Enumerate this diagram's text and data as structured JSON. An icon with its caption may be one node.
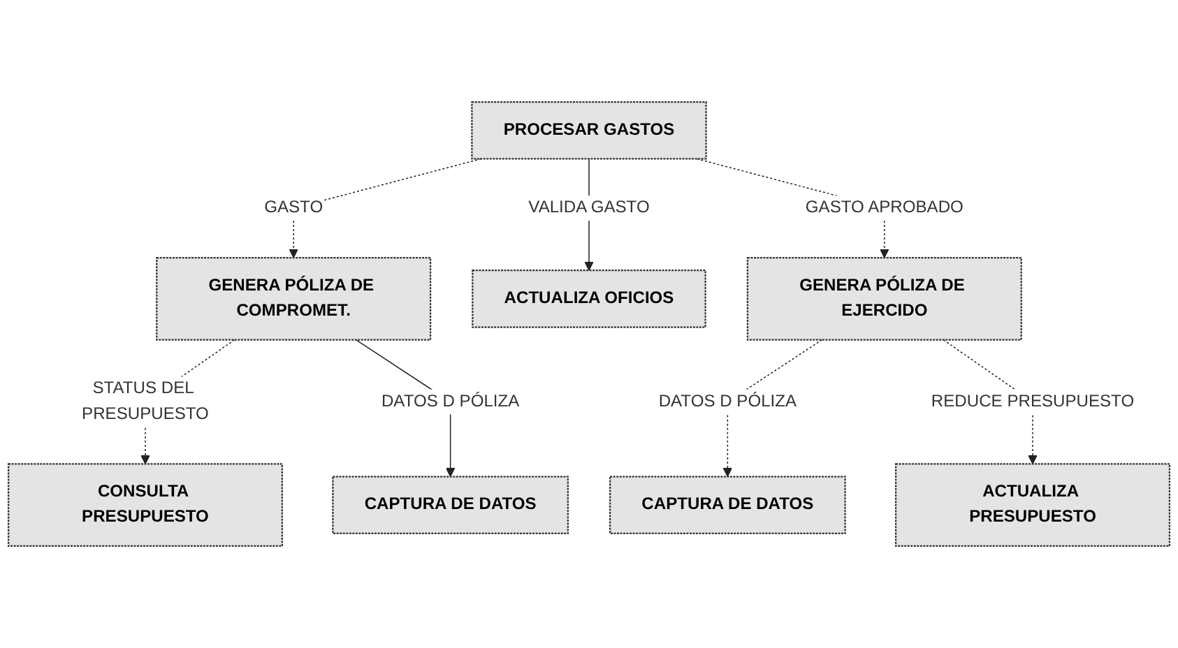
{
  "diagram": {
    "nodes": [
      {
        "text": [
          "PROCESAR GASTOS"
        ]
      },
      {
        "text": [
          "GENERA PÓLIZA DE COMPROMET."
        ]
      },
      {
        "text": [
          "ACTUALIZA OFICIOS"
        ]
      },
      {
        "text": [
          "GENERA PÓLIZA DE EJERCIDO"
        ]
      },
      {
        "text": [
          "CONSULTA PRESUPUESTO"
        ]
      },
      {
        "text": [
          "CAPTURA DE DATOS"
        ]
      },
      {
        "text": [
          "CAPTURA DE DATOS"
        ]
      },
      {
        "text": [
          "ACTUALIZA PRESUPUESTO"
        ]
      }
    ],
    "edges": [
      {
        "from": 0,
        "to": 1,
        "arrow": "to",
        "label": "GASTO",
        "style": "dashed"
      },
      {
        "from": 0,
        "to": 2,
        "arrow": "to",
        "label": "VALIDA GASTO"
      },
      {
        "from": 0,
        "to": 3,
        "arrow": "to",
        "label": "GASTO APROBADO",
        "style": "dashed"
      },
      {
        "from": 1,
        "to": 4,
        "arrow": "to",
        "label": "STATUS DEL PRESUPUESTO",
        "style": "dashed"
      },
      {
        "from": 1,
        "to": 5,
        "arrow": "to",
        "label": "DATOS D PÓLIZA"
      },
      {
        "from": 3,
        "to": 6,
        "arrow": "to",
        "label": "DATOS D PÓLIZA",
        "style": "dashed"
      },
      {
        "from": 3,
        "to": 7,
        "arrow": "to",
        "label": "REDUCE PRESUPUESTO",
        "style": "dashed"
      }
    ]
  }
}
